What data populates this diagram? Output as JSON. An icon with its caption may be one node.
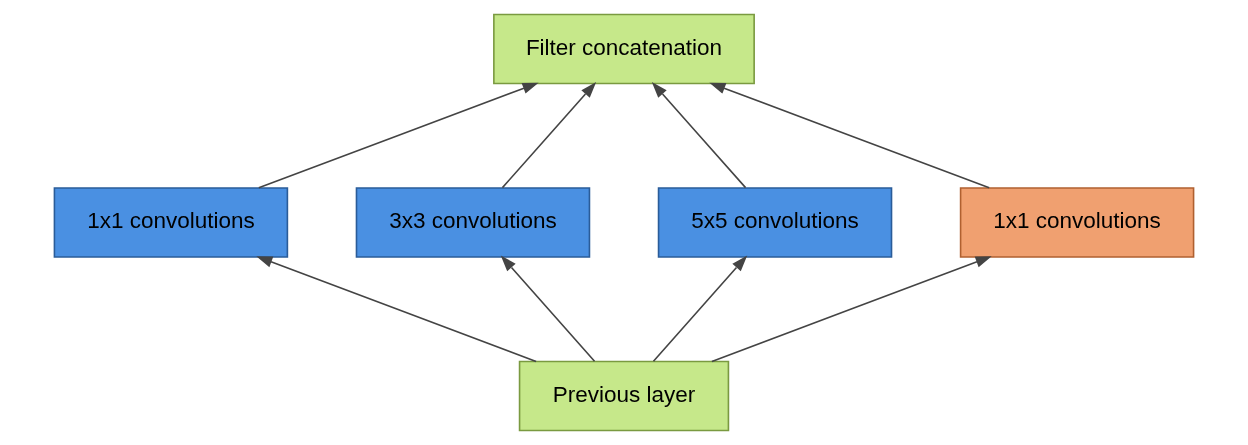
{
  "diagram": {
    "nodes": [
      {
        "text": [
          "Filter concatenation"
        ]
      },
      {
        "text": [
          "1x1 convolutions"
        ]
      },
      {
        "text": [
          "3x3 convolutions"
        ]
      },
      {
        "text": [
          "5x5 convolutions"
        ]
      },
      {
        "text": [
          "1x1 convolutions"
        ]
      },
      {
        "text": [
          "Previous layer"
        ]
      }
    ],
    "edges": [
      {
        "from": 5,
        "to": 1,
        "arrow": "to"
      },
      {
        "from": 5,
        "to": 2,
        "arrow": "to"
      },
      {
        "from": 5,
        "to": 3,
        "arrow": "to"
      },
      {
        "from": 5,
        "to": 4,
        "arrow": "to"
      },
      {
        "from": 1,
        "to": 0,
        "arrow": "to"
      },
      {
        "from": 2,
        "to": 0,
        "arrow": "to"
      },
      {
        "from": 3,
        "to": 0,
        "arrow": "to"
      },
      {
        "from": 4,
        "to": 0,
        "arrow": "to"
      }
    ]
  }
}
